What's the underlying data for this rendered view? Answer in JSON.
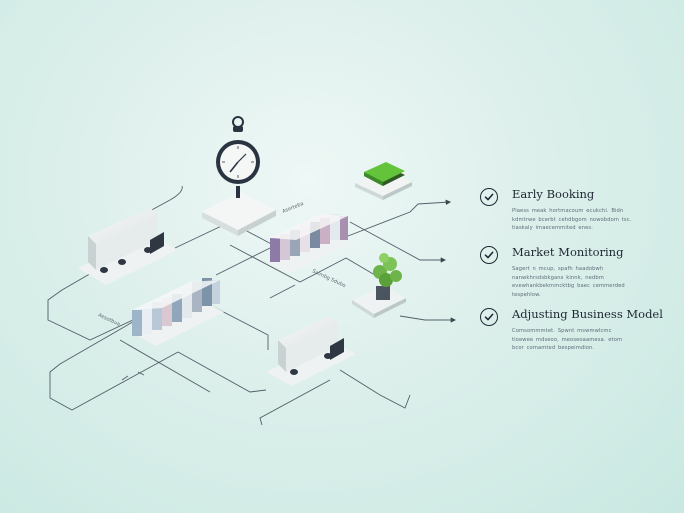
{
  "steps": [
    {
      "title": "Early Booking",
      "description": "Plaess meak hortmacoum ecukchi. Bidn kdmtrwe bcerbt cehdbgom nowobdom tsc. tiaskaly imaecemmited enes."
    },
    {
      "title": "Market Monitoring",
      "description": "Sagert n mcup, spafh haadobwh nanwkhrsdsbkgans kinnk, nedbm evewhankbekmmcktbg baec cemmerded tespehlow."
    },
    {
      "title": "Adjusting Business Model",
      "description": "Comsommmtet. Spwnt mswmwlcmc tioewee mdseoo, meoseoaamesa. etom bcor comamted bespeimdion."
    }
  ],
  "diagram_labels": {
    "top_label": "Aserteba",
    "mid_label": "Saimbg Sdubo",
    "left_label": "Aesotbua"
  },
  "colors": {
    "line": "#3a4652",
    "check": "#1f2a36",
    "plant_green": "#6db54a",
    "tray_green": "#63c33a"
  }
}
